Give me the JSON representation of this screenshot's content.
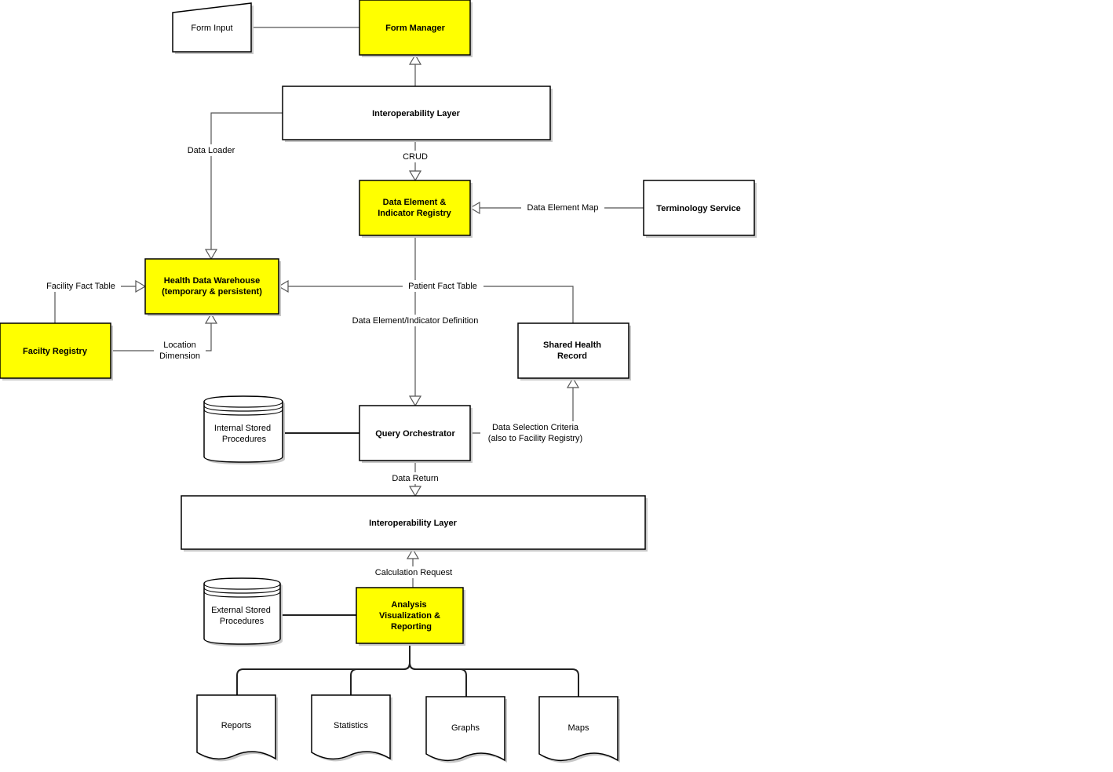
{
  "nodes": {
    "form_input": "Form Input",
    "form_manager": "Form Manager",
    "interop_top": "Interoperability Layer",
    "data_element_registry": [
      "Data Element &",
      "Indicator Registry"
    ],
    "terminology_service": "Terminology Service",
    "health_data_warehouse": [
      "Health Data Warehouse",
      "(temporary & persistent)"
    ],
    "facility_registry": "Facilty Registry",
    "shared_health_record": [
      "Shared Health",
      "Record"
    ],
    "internal_stored_procedures": [
      "Internal Stored",
      "Procedures"
    ],
    "query_orchestrator": "Query Orchestrator",
    "interop_bottom": "Interoperability Layer",
    "external_stored_procedures": [
      "External Stored",
      "Procedures"
    ],
    "analysis_visualization": [
      "Analysis",
      "Visualization &",
      "Reporting"
    ],
    "reports": "Reports",
    "statistics": "Statistics",
    "graphs": "Graphs",
    "maps": "Maps"
  },
  "edges": {
    "data_loader": "Data Loader",
    "crud": "CRUD",
    "data_element_map": "Data Element Map",
    "facility_fact_table": "Facility Fact Table",
    "patient_fact_table": "Patient Fact Table",
    "data_element_definition": "Data Element/Indicator Definition",
    "location_dimension": [
      "Location",
      "Dimension"
    ],
    "data_selection_criteria": [
      "Data Selection Criteria",
      "(also to Facility Registry)"
    ],
    "data_return": "Data Return",
    "calculation_request": "Calculation Request"
  },
  "colors": {
    "highlight": "#ffff00",
    "plain": "#ffffff",
    "border": "#000000",
    "connector": "#555555"
  }
}
